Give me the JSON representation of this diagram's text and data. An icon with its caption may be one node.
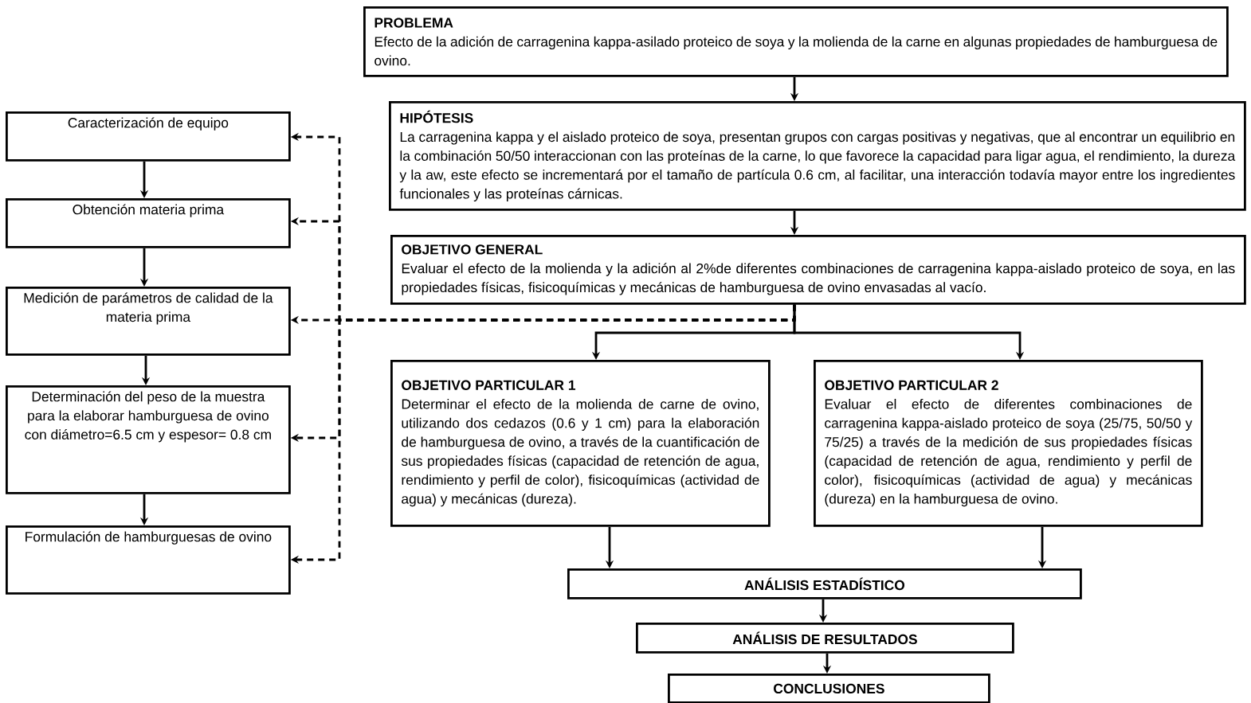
{
  "diagram": {
    "nodes": [
      {
        "text": [
          "PROBLEMA",
          "Efecto de la adición de carragenina kappa-asilado proteico de soya y la molienda de la carne en algunas propiedades de hamburguesa de ovino."
        ]
      },
      {
        "text": [
          "HIPÓTESIS",
          "La carragenina kappa y el aislado proteico de soya, presentan grupos con cargas positivas y negativas, que al encontrar un equilibrio en la combinación 50/50 interaccionan con las proteínas de la carne, lo que favorece la capacidad para ligar agua, el rendimiento, la dureza y la aw, este efecto se incrementará por el tamaño de partícula 0.6 cm, al facilitar, una interacción todavía mayor entre los ingredientes funcionales y las proteínas cárnicas."
        ]
      },
      {
        "text": [
          "OBJETIVO GENERAL",
          "Evaluar el efecto de la molienda y la adición al 2%de diferentes combinaciones de carragenina kappa-aislado proteico de soya, en las propiedades físicas, fisicoquímicas y mecánicas de hamburguesa de ovino envasadas al vacío."
        ]
      },
      {
        "text": [
          "OBJETIVO PARTICULAR 1",
          "Determinar el efecto de la molienda de carne de ovino, utilizando dos cedazos (0.6 y 1 cm) para la elaboración de hamburguesa de ovino, a través de la cuantificación de sus propiedades físicas (capacidad de retención de agua, rendimiento y perfil de color), fisicoquímicas (actividad de agua) y mecánicas (dureza)."
        ]
      },
      {
        "text": [
          "OBJETIVO PARTICULAR 2",
          "Evaluar el efecto de diferentes combinaciones de carragenina kappa-aislado proteico de soya (25/75, 50/50 y 75/25) a través de la medición de sus propiedades físicas (capacidad de retención de agua, rendimiento y perfil de color), fisicoquímicas (actividad de agua) y mecánicas (dureza) en la hamburguesa de ovino."
        ]
      },
      {
        "text": [
          "ANÁLISIS ESTADÍSTICO"
        ]
      },
      {
        "text": [
          "ANÁLISIS DE RESULTADOS"
        ]
      },
      {
        "text": [
          "CONCLUSIONES"
        ]
      },
      {
        "text": [
          "Caracterización de equipo"
        ]
      },
      {
        "text": [
          "Obtención materia prima"
        ]
      },
      {
        "text": [
          "Medición de parámetros de calidad de la materia prima"
        ]
      },
      {
        "text": [
          "Determinación del peso de la muestra para la elaborar hamburguesa de ovino con diámetro=6.5 cm y espesor= 0.8 cm"
        ]
      },
      {
        "text": [
          "Formulación de hamburguesas de ovino"
        ]
      }
    ],
    "edges": [
      {
        "from": 0,
        "to": 1,
        "arrow": "to"
      },
      {
        "from": 1,
        "to": 2,
        "arrow": "to"
      },
      {
        "from": 2,
        "to": 3,
        "arrow": "to"
      },
      {
        "from": 2,
        "to": 4,
        "arrow": "to"
      },
      {
        "from": 3,
        "to": 5,
        "arrow": "to"
      },
      {
        "from": 4,
        "to": 5,
        "arrow": "to"
      },
      {
        "from": 5,
        "to": 6,
        "arrow": "to"
      },
      {
        "from": 6,
        "to": 7,
        "arrow": "to"
      },
      {
        "from": 8,
        "to": 9,
        "arrow": "to"
      },
      {
        "from": 9,
        "to": 10,
        "arrow": "to"
      },
      {
        "from": 10,
        "to": 11,
        "arrow": "to"
      },
      {
        "from": 11,
        "to": 12,
        "arrow": "to"
      },
      {
        "from": 2,
        "to": 8,
        "arrow": "to",
        "style": "dashed"
      },
      {
        "from": 2,
        "to": 9,
        "arrow": "to",
        "style": "dashed"
      },
      {
        "from": 2,
        "to": 10,
        "arrow": "to",
        "style": "dashed"
      },
      {
        "from": 2,
        "to": 11,
        "arrow": "to",
        "style": "dashed"
      },
      {
        "from": 2,
        "to": 12,
        "arrow": "to",
        "style": "dashed"
      }
    ]
  }
}
